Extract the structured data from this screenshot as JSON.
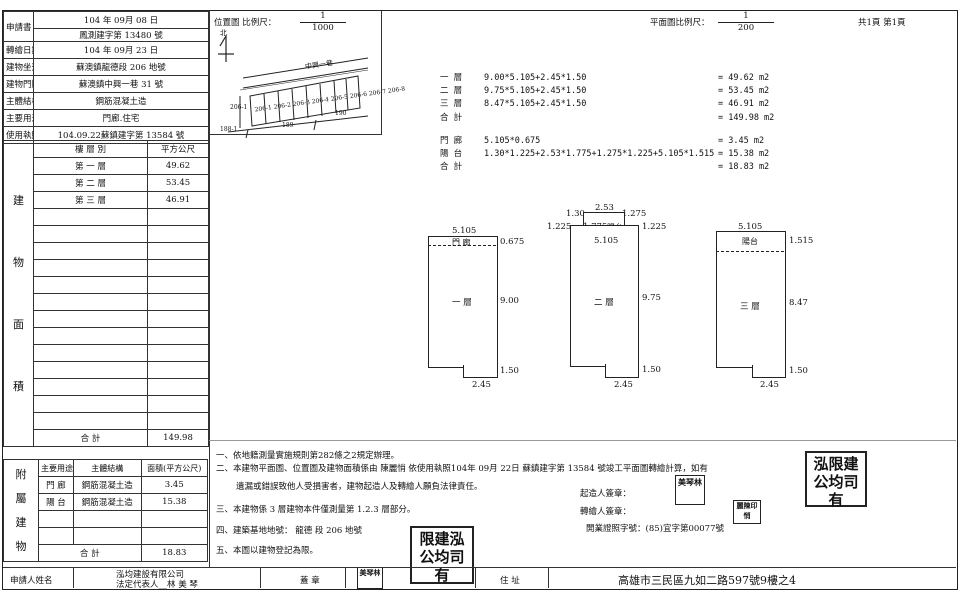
{
  "header": {
    "applicant_label": "申請書",
    "applicant_date": "104 年 09月 08 日",
    "applicant_no": "鳳測建字第  13480   號",
    "transfer_label": "轉繪日期",
    "transfer_date": "104 年 09月 23 日",
    "location_label": "建物坐落",
    "location_value": "蘇澳鎮龍德段 206 地號",
    "doorplate_label": "建物門牌",
    "doorplate_value": "蘇澳鎮中興一巷 31 號",
    "structure_label": "主體結構",
    "structure_value": "鋼筋混凝土造",
    "use_label": "主要用途",
    "use_value": "門廊.住宅",
    "license_label": "使用執照",
    "license_value": "104.09.22蘇鎮建字第 13584 號"
  },
  "areas": {
    "col_floor": "樓 層 別",
    "col_area": "平方公尺",
    "vertical_label": [
      "建",
      "物",
      "面",
      "積"
    ],
    "rows": [
      {
        "floor": "第 一 層",
        "area": "49.62"
      },
      {
        "floor": "第 二 層",
        "area": "53.45"
      },
      {
        "floor": "第 三 層",
        "area": "46.91"
      }
    ],
    "total_label": "合  計",
    "total_value": "149.98"
  },
  "attached": {
    "vertical_label": [
      "附",
      "屬",
      "建",
      "物"
    ],
    "col_use": "主要用途",
    "col_structure": "主體結構",
    "col_area": "面積(平方公尺)",
    "rows": [
      {
        "use": "門 廊",
        "structure": "鋼筋混凝土造",
        "area": "3.45"
      },
      {
        "use": "陽 台",
        "structure": "鋼筋混凝土造",
        "area": "15.38"
      }
    ],
    "total_label": "合  計",
    "total_value": "18.83"
  },
  "footer": {
    "applicant_name_label": "申請人姓名",
    "company": "泓均建設有限公司",
    "representative": "法定代表人__林 美 琴",
    "seal_label": "蓋  章",
    "address_label": "住  址",
    "address_value": "高雄市三民區九如二路597號9樓之4"
  },
  "location_map": {
    "title": "位置圖",
    "scale_label": "比例尺：",
    "scale_num": "1",
    "scale_den": "1000",
    "north": "北",
    "road": "中興一巷",
    "lots": [
      "206-1",
      "206-2",
      "206-3",
      "206-4",
      "206-5",
      "206-6",
      "206-7",
      "206-8"
    ],
    "lot_left": "206-1",
    "lot_bottom1": "188-1",
    "lot_bottom2": "189",
    "lot_bottom3": "190"
  },
  "floor_plan": {
    "scale_label": "平面圖比例尺：",
    "scale_num": "1",
    "scale_den": "200",
    "page_info": "共1頁  第1頁",
    "calc_rows": [
      {
        "name": "一  層",
        "formula": "9.00*5.105+2.45*1.50",
        "result": "=  49.62  m2"
      },
      {
        "name": "二  層",
        "formula": "9.75*5.105+2.45*1.50",
        "result": "=  53.45  m2"
      },
      {
        "name": "三  層",
        "formula": "8.47*5.105+2.45*1.50",
        "result": "=  46.91  m2"
      },
      {
        "name": "合  計",
        "formula": "",
        "result": "= 149.98  m2"
      },
      {
        "name": "門  廊",
        "formula": "5.105*0.675",
        "result": "=   3.45  m2"
      },
      {
        "name": "陽  台",
        "formula": "1.30*1.225+2.53*1.775+1.275*1.225+5.105*1.515",
        "result": "=  15.38  m2"
      },
      {
        "name": "合  計",
        "formula": "",
        "result": "=  18.83  m2"
      }
    ],
    "plans": [
      {
        "label": "一 層",
        "width": "5.105",
        "height": "9.00",
        "ext_h": "1.50",
        "ext_w": "2.45",
        "top_label": "門 廊",
        "top_dim": "0.675"
      },
      {
        "label": "二 層",
        "width": "5.105",
        "height": "9.75",
        "ext_h": "1.50",
        "ext_w": "2.45",
        "top_label": "陽台",
        "top_dim_l": "1.225",
        "top_dim_r": "1.225",
        "top_a": "1.30",
        "top_b": "2.53",
        "top_c": "1.275",
        "top_d": "1.775"
      },
      {
        "label": "三 層",
        "width": "5.105",
        "height": "8.47",
        "ext_h": "1.50",
        "ext_w": "2.45",
        "top_label": "陽台",
        "top_dim": "1.515"
      }
    ]
  },
  "notes": [
    "一、依地籍測量實施規則第282條之2規定辦理。",
    "二、本建物平面圖、位置圖及建物面積係由 陳麗悄 依使用執照104年 09月 22日 蘇鎮建字第    13584   號竣工平面圖轉繪計算，如有",
    "遺漏或錯誤致他人受損害者，建物起造人及轉繪人願負法律責任。",
    "三、本建物係 3 層建物本件僅測量第 1.2.3 層部分。",
    "四、建築基地地號：  龍德 段         206       地號",
    "五、本圖以建物登記為限。"
  ],
  "signatures": {
    "builder_label": "起造人簽章：",
    "drafter_label": "轉繪人簽章：",
    "license_label": "開業證照字號：(85)宜字第00077號"
  },
  "seals": {
    "big1": "泓限建公均司有",
    "big2": "限建泓公均司有",
    "small1": "美琴林",
    "small2": "麗陳印悄"
  }
}
